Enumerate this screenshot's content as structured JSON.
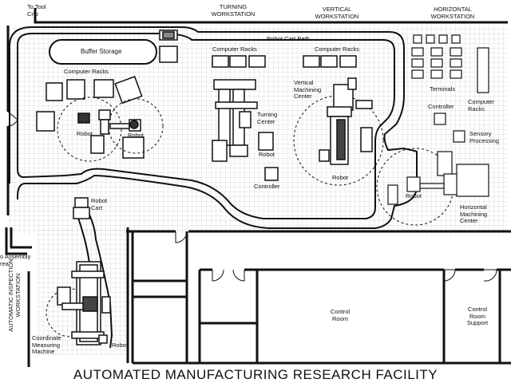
{
  "title": "AUTOMATED MANUFACTURING RESEARCH FACILITY",
  "labels": {
    "to_tool_crib": "To Tool",
    "to_tool_crib_2": "Crib",
    "turning_ws_1": "TURNING",
    "turning_ws_2": "WORKSTATION",
    "vertical_ws_1": "VERTICAL",
    "vertical_ws_2": "WORKSTATION",
    "horizontal_ws_1": "HORIZONTAL",
    "horizontal_ws_2": "WORKSTATION",
    "robot_cart_path": "Robot Cart Path",
    "buffer_storage": "Buffer Storage",
    "computer_racks_left": "Computer Racks",
    "computer_racks_turning": "Computer Racks",
    "computer_racks_vertical": "Computer Racks",
    "terminals": "Terminals",
    "computer_racks_right_1": "Computer",
    "computer_racks_right_2": "Racks",
    "controller_right": "Controller",
    "sensory_1": "Sensory",
    "sensory_2": "Processing",
    "robot_buffer_1": "Robot",
    "robot_buffer_2": "Robot",
    "turning_center_1": "Turning",
    "turning_center_2": "Center",
    "robot_turning": "Robot",
    "controller_turning": "Controller",
    "vmc_1": "Vertical",
    "vmc_2": "Machining",
    "vmc_3": "Center",
    "robot_vertical": "Robot",
    "robot_horizontal": "Robot",
    "hmc_1": "Horizontal",
    "hmc_2": "Machining",
    "hmc_3": "Center",
    "robot_cart_1": "Robot",
    "robot_cart_2": "Cart",
    "to_assembly_1": "o Assembly",
    "to_assembly_2": "rea",
    "inspection_1": "AUTOMATIC INSPECTION",
    "inspection_2": "WORKSTATION",
    "cmm_1": "Coordinate",
    "cmm_2": "Measuring",
    "cmm_3": "Machine",
    "robot_cmm": "Robot",
    "control_room_1": "Control",
    "control_room_2": "Room",
    "crs_1": "Control",
    "crs_2": "Room",
    "crs_3": "Support"
  }
}
